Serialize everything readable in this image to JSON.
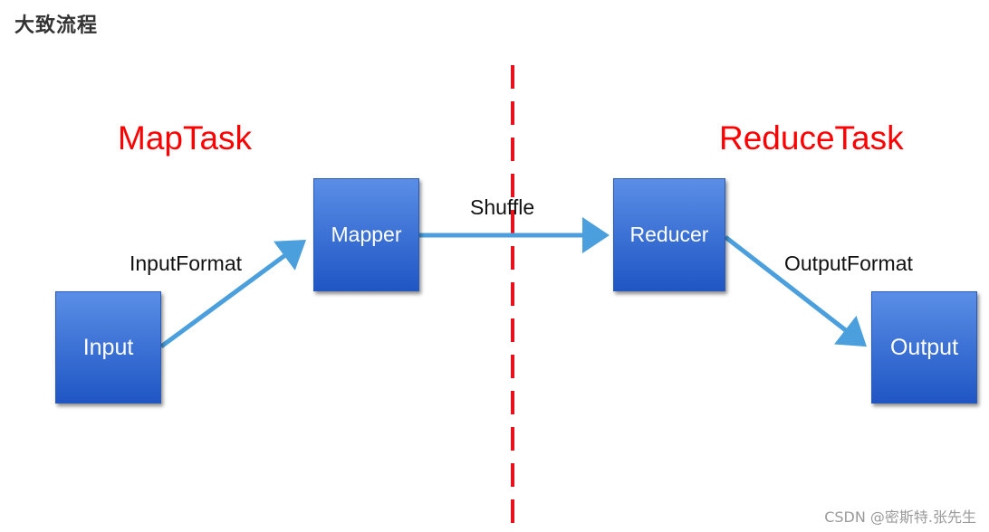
{
  "heading": "大致流程",
  "tasks": {
    "map": "MapTask",
    "reduce": "ReduceTask"
  },
  "nodes": {
    "input": "Input",
    "mapper": "Mapper",
    "reducer": "Reducer",
    "output": "Output"
  },
  "edges": {
    "input_to_mapper": "InputFormat",
    "mapper_to_reducer": "Shuffle",
    "reducer_to_output": "OutputFormat"
  },
  "watermark": "CSDN @密斯特.张先生",
  "colors": {
    "task_label": "#ff0000",
    "divider": "#e8121c",
    "box_top": "#5a8ee6",
    "box_bottom": "#1f56c4",
    "arrow": "#4a9fdc"
  }
}
